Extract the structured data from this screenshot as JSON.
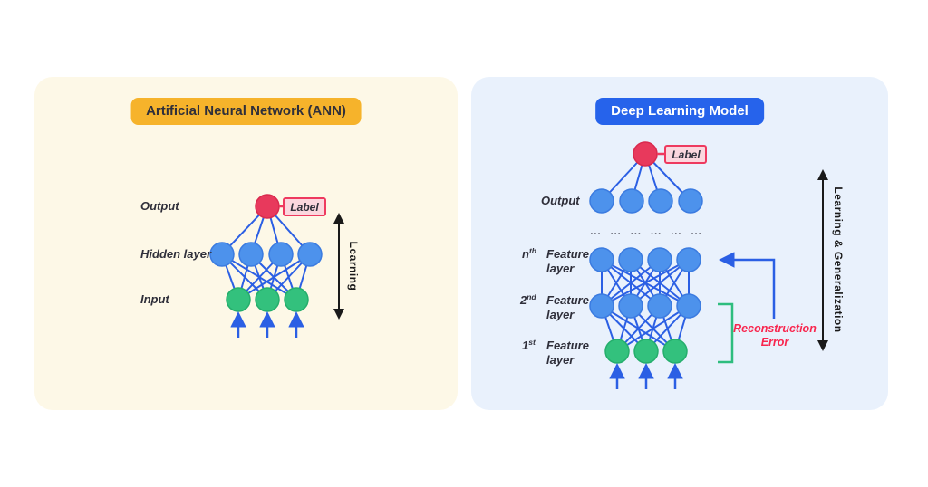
{
  "left_panel": {
    "title": "Artificial Neural Network (ANN)",
    "output_label": "Output",
    "hidden_label": "Hidden layer",
    "input_label": "Input",
    "node_tag": "Label",
    "arrow_label": "Learning"
  },
  "right_panel": {
    "title": "Deep Learning Model",
    "output_label": "Output",
    "node_tag": "Label",
    "dots_row": "... ... ... ... ... ...",
    "nth_layer": {
      "base": "n",
      "sup": "th",
      "word1": "Feature",
      "word2": "layer"
    },
    "second_layer": {
      "base": "2",
      "sup": "nd",
      "word1": "Feature",
      "word2": "layer"
    },
    "first_layer": {
      "base": "1",
      "sup": "st",
      "word1": "Feature",
      "word2": "layer"
    },
    "error_label": {
      "line1": "Reconstruction",
      "line2": "Error"
    },
    "arrow_label": "Learning & Generalization"
  },
  "colors": {
    "page_bg": "#FFFFFF",
    "left_panel_bg": "#FDF8E7",
    "right_panel_bg": "#E9F1FC",
    "yellow_badge_bg": "#F6B32B",
    "blue_badge_bg": "#2663EB",
    "node_blue": "#4D92EC",
    "node_green": "#33C17D",
    "node_red": "#E8395C",
    "edge_blue": "#2B5FE4",
    "label_box_fill": "#FBD7DE",
    "label_box_border": "#EE3A5F",
    "error_text_red": "#F8264E",
    "bracket_green": "#2EBD7E",
    "arrow_black": "#1A1A1A",
    "text_dark": "#2F2F3A"
  }
}
